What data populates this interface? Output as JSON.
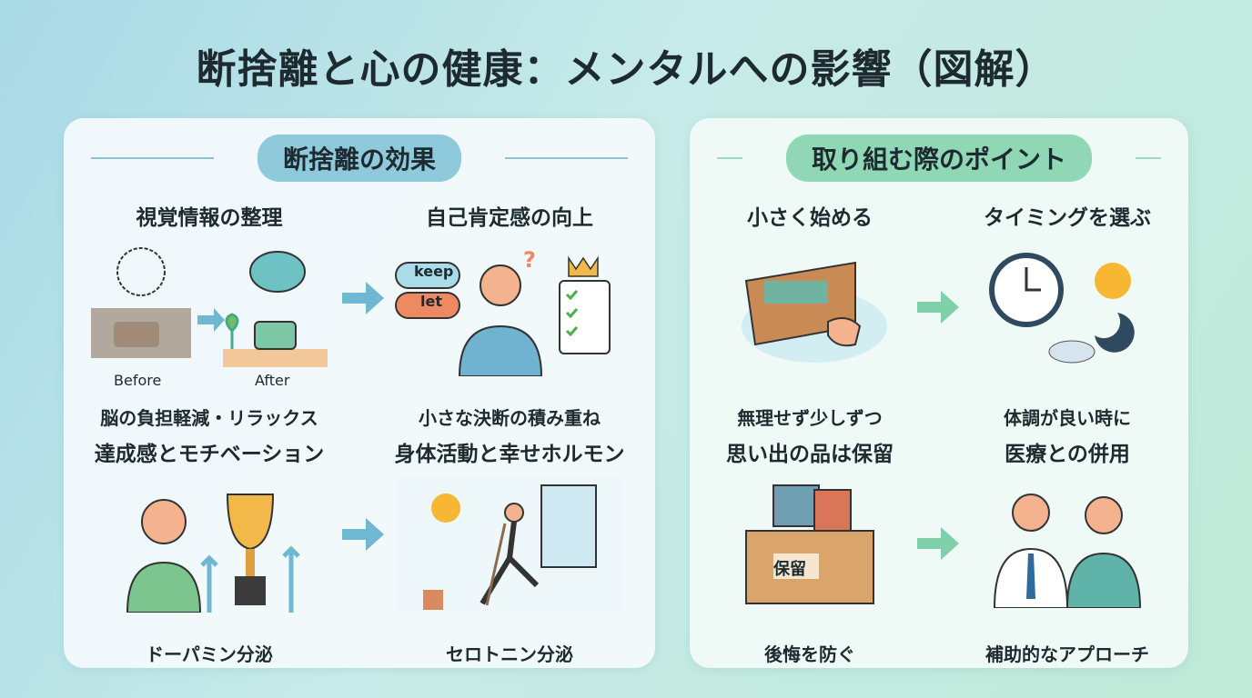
{
  "title": "断捨離と心の健康：メンタルへの影響（図解）",
  "left_panel": {
    "header": "断捨離の効果",
    "items": [
      {
        "title": "視覚情報の整理",
        "caption": "脳の負担軽減・リラックス",
        "before_label": "Before",
        "after_label": "After"
      },
      {
        "title": "自己肯定感の向上",
        "caption": "小さな決断の積み重ね",
        "keep_label": "keep",
        "let_label": "let"
      },
      {
        "title": "達成感とモチベーション",
        "caption": "ドーパミン分泌"
      },
      {
        "title": "身体活動と幸せホルモン",
        "caption": "セロトニン分泌"
      }
    ]
  },
  "right_panel": {
    "header": "取り組む際のポイント",
    "items": [
      {
        "title": "小さく始める",
        "caption": "無理せず少しずつ"
      },
      {
        "title": "タイミングを選ぶ",
        "caption": "体調が良い時に"
      },
      {
        "title": "思い出の品は保留",
        "caption": "後悔を防ぐ",
        "box_label": "保留"
      },
      {
        "title": "医療との併用",
        "caption": "補助的なアプローチ"
      }
    ]
  },
  "colors": {
    "left_accent": "#8fc9dc",
    "right_accent": "#8fd7b5",
    "arrow_blue": "#6fb8d2",
    "arrow_green": "#7fd0a8"
  }
}
